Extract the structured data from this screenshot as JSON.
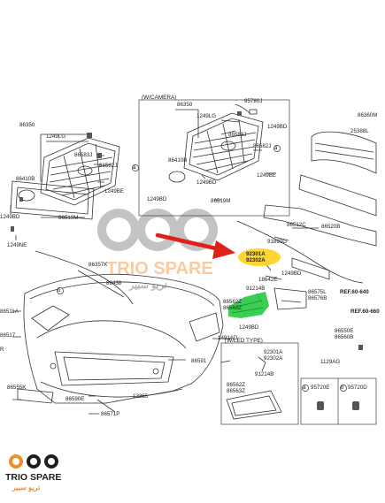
{
  "colors": {
    "line": "#333333",
    "brand_orange": "#f28c28",
    "brand_dark": "#1e1e1e",
    "highlight_yellow": "#ffd21f",
    "highlight_green": "#27c93f",
    "arrow_red": "#e0201b"
  },
  "boxes": {
    "camera": {
      "title": "(W/CAMERA)"
    },
    "led": {
      "title": "(W/LED TYPE)"
    }
  },
  "watermark": {
    "brand": "TRIO SPARE",
    "arabic": "تريو سبير"
  },
  "logo": {
    "brand": "TRIO SPARE",
    "arabic": "تريو سبير",
    "icon": "trio-logo-icon"
  },
  "labels": {
    "p86350_left": "86350",
    "p1249lg": "1249LG",
    "p86583j_left": "86583J",
    "p86582j_left": "86582J",
    "p86410b_left": "86410B",
    "p1249be_left": "1249BE",
    "p1249bd_left": "1249BD",
    "p86519m_left": "86519M",
    "p1249ne": "1249NE",
    "p86350_cam": "86350",
    "p95780j": "95780J",
    "p1249lg_cam": "1249LG",
    "p1249bd_cam_top": "1249BD",
    "p86583j_cam": "86583J",
    "p86582j_cam": "86582J",
    "p86410b_cam": "86410B",
    "p1249bd_cam_mid": "1249BD",
    "p1249be_cam": "1249BE",
    "p1249bd_cam_low": "1249BD",
    "p86519m_cam": "86519M",
    "p86360m": "86360M",
    "p25388l": "25388L",
    "p86512c": "86512C",
    "p86520b": "86520B",
    "p91890g": "91890G",
    "p92301a": "92301A",
    "p92302a": "92302A",
    "p18642e": "18642E",
    "p91214b": "91214B",
    "p1249bd_right": "1249BD",
    "p86575l": "86575L",
    "p86576b": "86576B",
    "ref640": "REF.60-640",
    "ref660": "REF.60-660",
    "p86562z": "86562Z",
    "p86563z": "86563Z",
    "p1249bd_lamp": "1249BD",
    "p86357k": "86357K",
    "p86438": "86438",
    "p86511a": "86511A",
    "p86517": "86517",
    "p_r": "R",
    "p1491ad": "1491AD",
    "p86591": "86591",
    "p86550e": "86550E",
    "p86560b": "86560B",
    "p1129ag": "1129AG",
    "p86555k": "86555K",
    "p13355": "13355",
    "p86590e": "86590E",
    "p86571p": "86571P",
    "p92301a_led": "92301A",
    "p92302a_led": "92302A",
    "p91214b_led": "91214B",
    "p86562z_led": "86562Z",
    "p86563z_led": "86563Z",
    "p95720e": "95720E",
    "p95720d": "95720D",
    "c_a_left": "a",
    "c_a_cam": "a",
    "c_b": "b",
    "c_a_box": "a",
    "c_b_box": "b"
  }
}
